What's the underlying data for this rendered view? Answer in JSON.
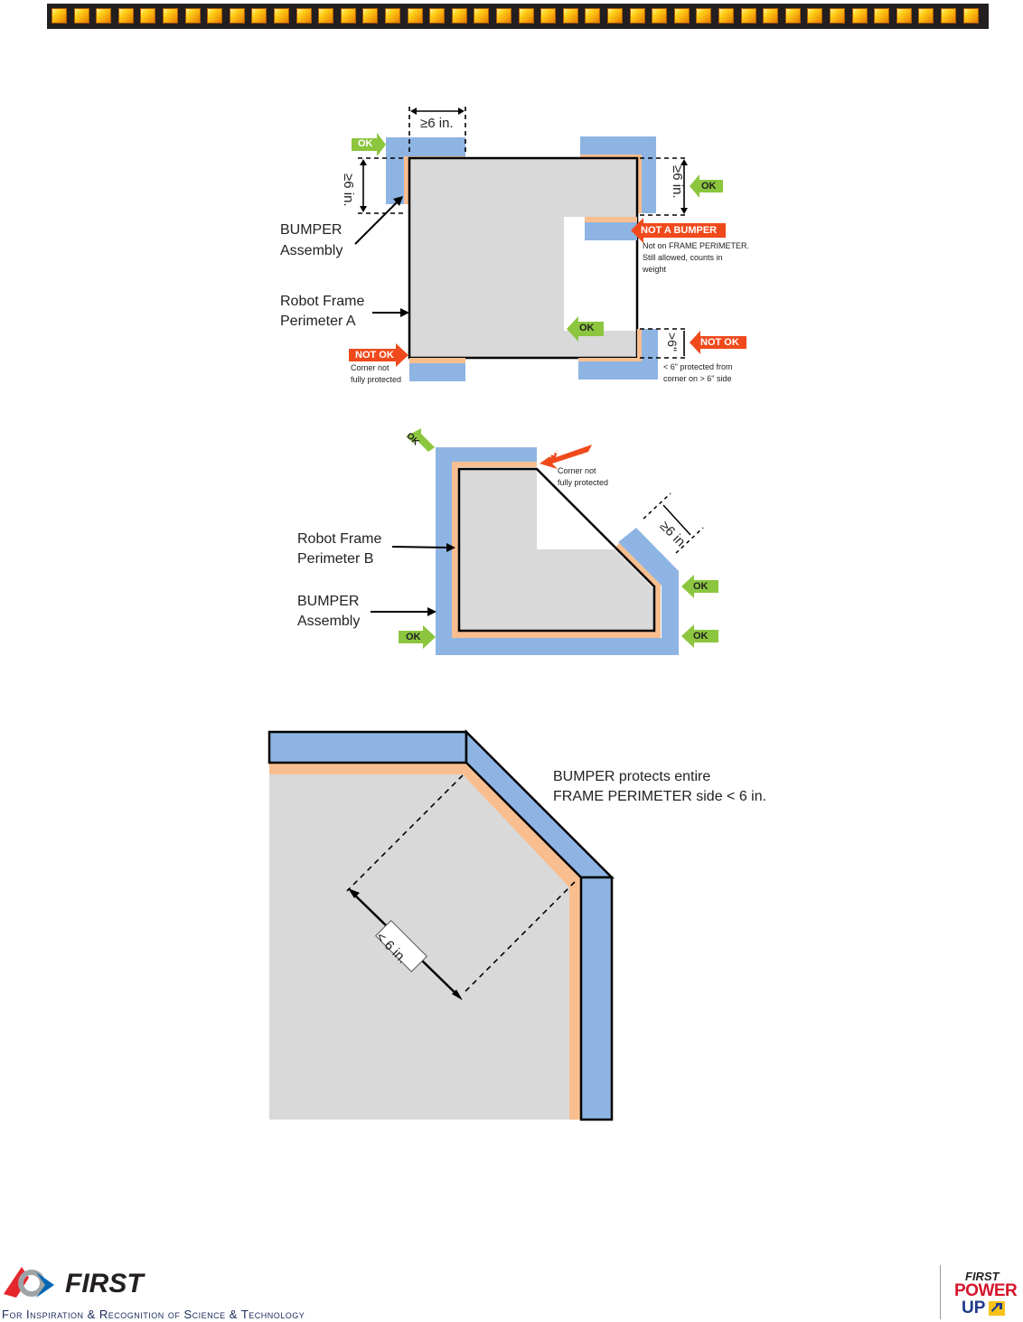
{
  "diagram_a": {
    "dim_top": "≥6 in.",
    "dim_left": "≥6 in.",
    "dim_right": "≥6 in.",
    "dim_small": ">6\"",
    "ok": "OK",
    "not_ok": "NOT OK",
    "not_a_bumper": "NOT A BUMPER",
    "bumper_line1": "BUMPER",
    "bumper_line2": "Assembly",
    "frame_line1": "Robot Frame",
    "frame_line2": "Perimeter A",
    "note_not_frame_1": "Not on FRAME PERIMETER.",
    "note_not_frame_2": "Still allowed, counts in",
    "note_not_frame_3": "weight",
    "note_corner_1": "Corner not",
    "note_corner_2": "fully protected",
    "note_lt6_1": "< 6\" protected from",
    "note_lt6_2": "corner on > 6\" side"
  },
  "diagram_b": {
    "frame_line1": "Robot Frame",
    "frame_line2": "Perimeter B",
    "bumper_line1": "BUMPER",
    "bumper_line2": "Assembly",
    "ok": "OK",
    "not_ok": "NOT OK",
    "note_corner_1": "Corner not",
    "note_corner_2": "fully protected",
    "dim_diag": "≥6 in."
  },
  "diagram_c": {
    "caption_line1": "BUMPER protects entire",
    "caption_line2": "FRAME PERIMETER side < 6 in.",
    "dim": "< 6 in."
  },
  "footer": {
    "first_word": "FIRST",
    "tagline": "For Inspiration & Recognition of Science & Technology",
    "game_line1": "FIRST",
    "game_line2": "POWER",
    "game_line3": "UP"
  },
  "colors": {
    "bumper_blue": "#8eb4e3",
    "frame_orange": "#f9be8f",
    "robot_gray": "#d9d9d9",
    "ok_green": "#8cc63f",
    "notok_red": "#f04a1c"
  }
}
